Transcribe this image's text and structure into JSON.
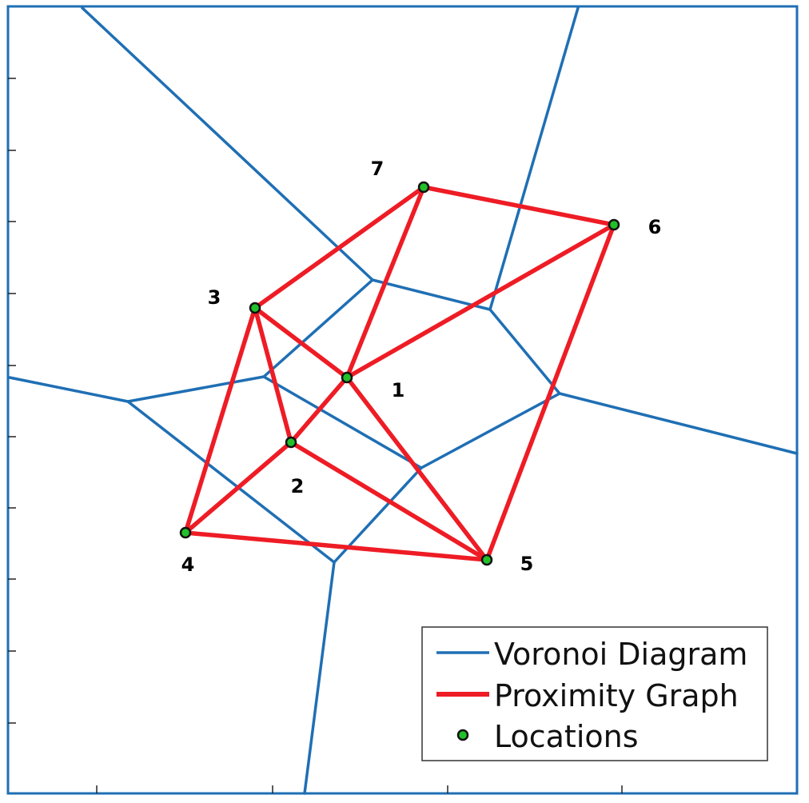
{
  "legend": {
    "voronoi_label": "Voronoi Diagram",
    "proximity_label": "Proximity Graph",
    "locations_label": "Locations"
  },
  "colors": {
    "voronoi": "#1f6fb4",
    "proximity": "#ee1c25",
    "location_fill": "#22c02a",
    "location_edge": "#111111",
    "frame": "#1f6fb4"
  },
  "locations": [
    {
      "id": "1",
      "label": "1"
    },
    {
      "id": "2",
      "label": "2"
    },
    {
      "id": "3",
      "label": "3"
    },
    {
      "id": "4",
      "label": "4"
    },
    {
      "id": "5",
      "label": "5"
    },
    {
      "id": "6",
      "label": "6"
    },
    {
      "id": "7",
      "label": "7"
    }
  ],
  "proximity_edges": [
    [
      "3",
      "7"
    ],
    [
      "7",
      "6"
    ],
    [
      "7",
      "1"
    ],
    [
      "6",
      "1"
    ],
    [
      "6",
      "5"
    ],
    [
      "3",
      "1"
    ],
    [
      "3",
      "2"
    ],
    [
      "3",
      "4"
    ],
    [
      "1",
      "2"
    ],
    [
      "1",
      "5"
    ],
    [
      "2",
      "4"
    ],
    [
      "2",
      "5"
    ],
    [
      "4",
      "5"
    ]
  ]
}
